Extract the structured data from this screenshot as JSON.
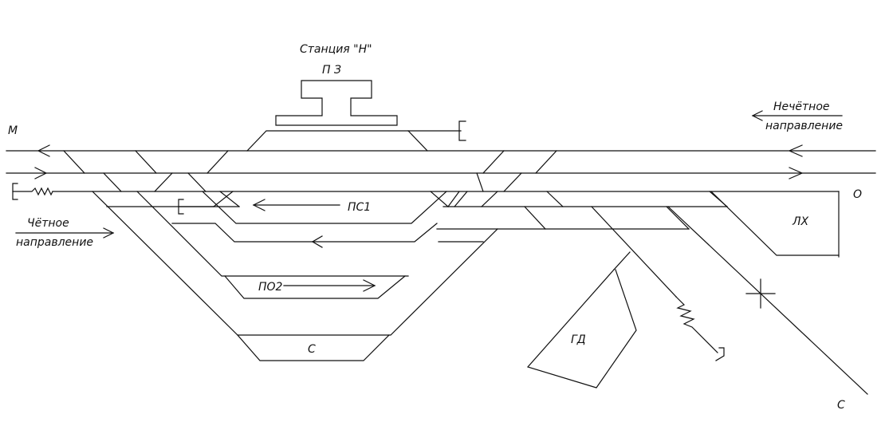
{
  "labels": {
    "station": "Станция \"Н\"",
    "passenger_building": "П  З",
    "left_end": "М",
    "right_end": "О",
    "bottom_end": "С",
    "odd_direction_line1": "Нечётное",
    "odd_direction_line2": "направление",
    "even_direction_line1": "Чётное",
    "even_direction_line2": "направление",
    "track_ps1": "ПС1",
    "track_po2": "ПО2",
    "track_s": "С",
    "track_lh": "ЛХ",
    "track_gd": "ГД"
  },
  "colors": {
    "line": "#111111",
    "background": "#ffffff"
  }
}
